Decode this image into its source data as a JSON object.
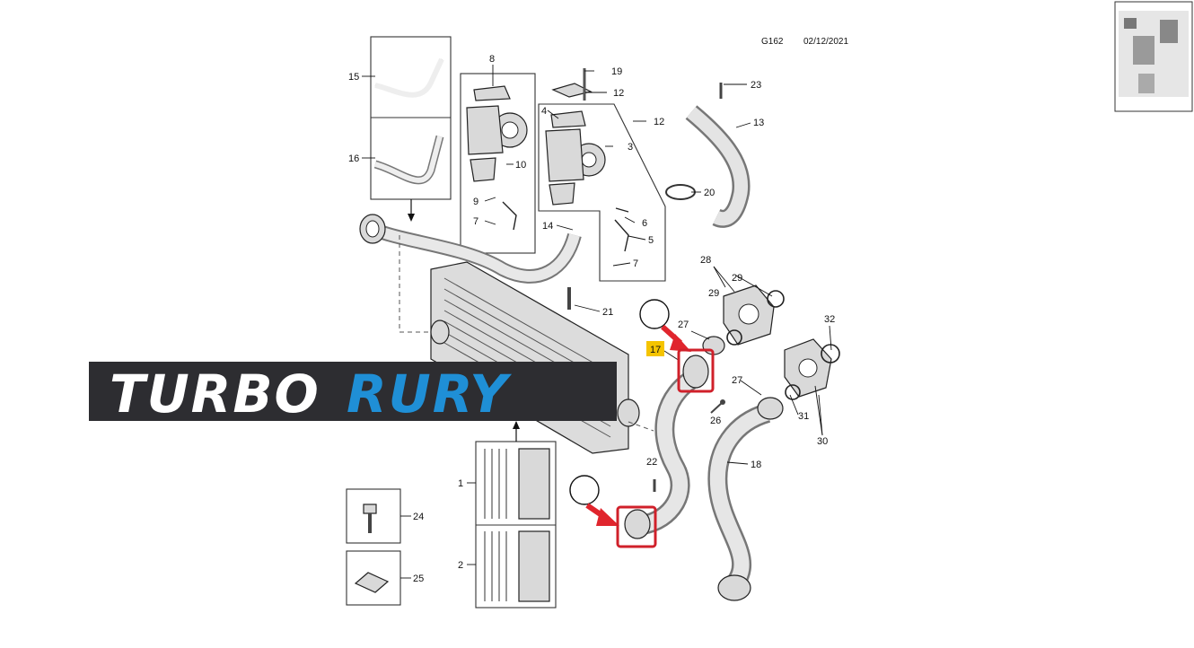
{
  "header": {
    "code": "G162",
    "date": "02/12/2021"
  },
  "logo": {
    "part1": "TURBO",
    "part2": "RURY"
  },
  "highlight_label": "17",
  "labels": {
    "l1": "1",
    "l2": "2",
    "l3": "3",
    "l4": "4",
    "l5": "5",
    "l6": "6",
    "l7a": "7",
    "l7b": "7",
    "l8": "8",
    "l9": "9",
    "l10": "10",
    "l12a": "12",
    "l12b": "12",
    "l13": "13",
    "l14": "14",
    "l15": "15",
    "l16": "16",
    "l18": "18",
    "l19": "19",
    "l20": "20",
    "l21": "21",
    "l22": "22",
    "l23": "23",
    "l24": "24",
    "l25": "25",
    "l26": "26",
    "l27a": "27",
    "l27b": "27",
    "l28": "28",
    "l29a": "29",
    "l29b": "29",
    "l30": "30",
    "l31": "31",
    "l32": "32"
  },
  "colors": {
    "accent_red": "#d0202a",
    "logo_blue": "#1f8fd6",
    "logo_band": "#2d2d31",
    "highlight_yellow": "#f5c400"
  }
}
